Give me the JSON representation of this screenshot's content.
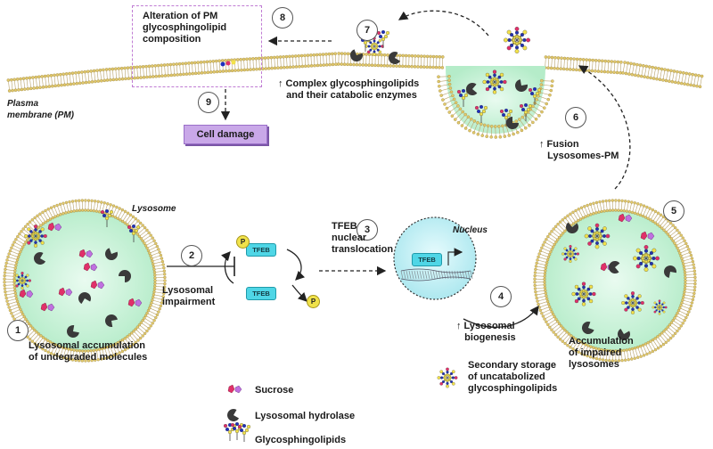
{
  "labels": {
    "pm": "Plasma\nmembrane (PM)",
    "alteration": "Alteration of PM\nglycosphingolipid\ncomposition",
    "cell_damage": "Cell damage",
    "complex": "↑ Complex glycosphingolipids\n   and their catabolic enzymes",
    "fusion": "↑ Fusion\n   Lysosomes-PM",
    "lysosome": "Lysosome",
    "accum": "Lysosomal accumulation\nof undegraded molecules",
    "impairment": "Lysosomal\nimpairment",
    "tfeb_trans": "TFEB\nnuclear\ntranslocation",
    "nucleus": "Nucleus",
    "biogenesis": "↑ Lysosomal\n   biogenesis",
    "impaired": "Accumulation\nof impaired\nlysosomes",
    "secondary": "Secondary storage\nof uncatabolized\nglycosphingolipids"
  },
  "tfeb": "TFEB",
  "phosphate": "P",
  "steps": [
    "1",
    "2",
    "3",
    "4",
    "5",
    "6",
    "7",
    "8",
    "9"
  ],
  "legend": [
    {
      "label": "Sucrose",
      "icon": "sucrose-icon"
    },
    {
      "label": "Lysosomal hydrolase",
      "icon": "hydrolase-icon"
    },
    {
      "label": "Glycosphingolipids",
      "icon": "glycosphingolipid-icon"
    }
  ],
  "colors": {
    "lumen": "#c9f2d8",
    "lipid_head": "#e2c86a",
    "sucrose": "#e0306a",
    "hydrolase": "#3a3a3a",
    "tfeb": "#4fd6e6",
    "cell_damage_box": "#c9a8e8",
    "nucleus": "#c9f0f4"
  }
}
